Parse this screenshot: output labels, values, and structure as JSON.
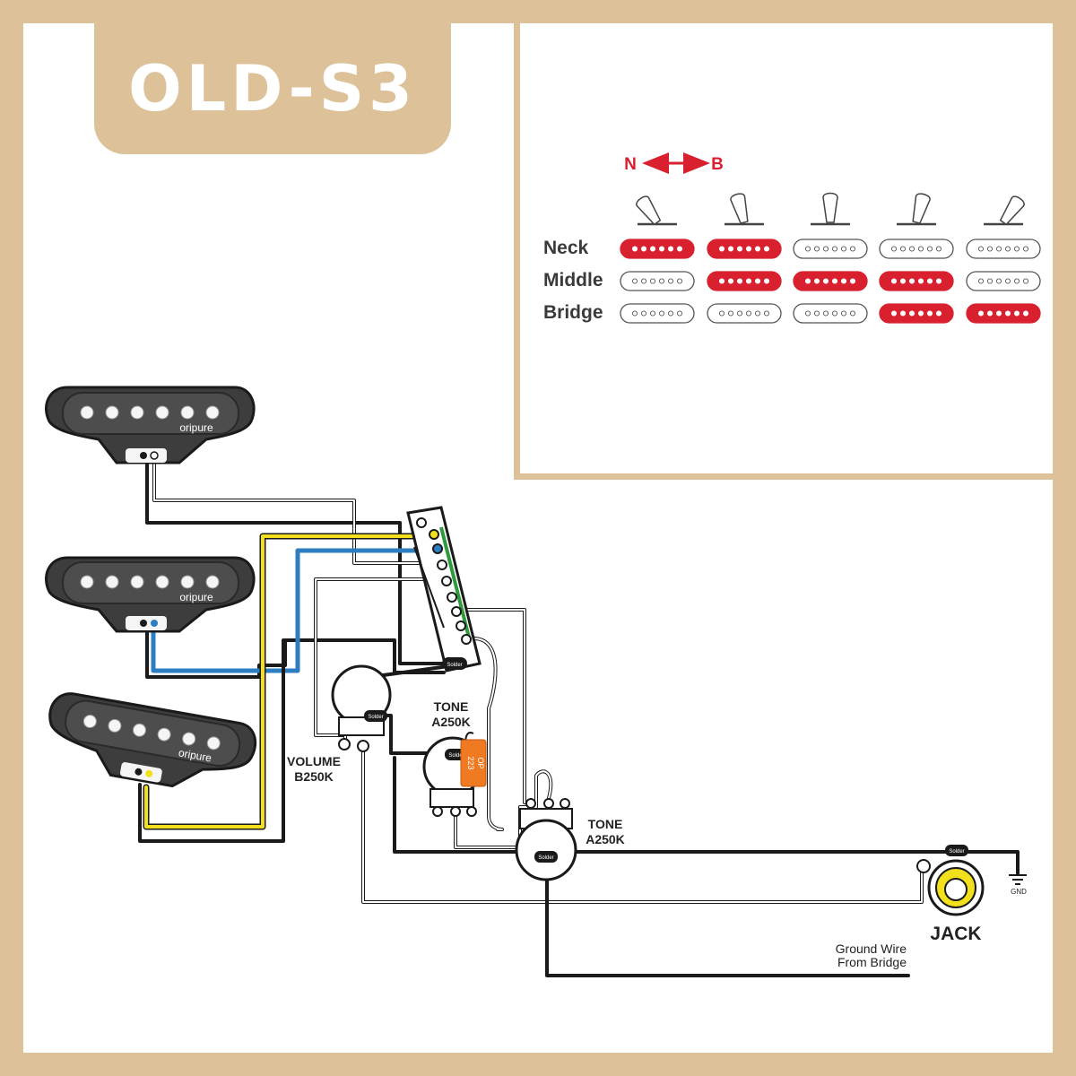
{
  "title": "OLD-S3",
  "legend": {
    "direction_left": "N",
    "direction_right": "B",
    "rows": [
      {
        "label": "Neck",
        "active": [
          true,
          true,
          false,
          false,
          false
        ]
      },
      {
        "label": "Middle",
        "active": [
          false,
          true,
          true,
          true,
          false
        ]
      },
      {
        "label": "Bridge",
        "active": [
          false,
          false,
          false,
          true,
          true
        ]
      }
    ],
    "switch_angles": [
      -35,
      -15,
      0,
      15,
      35
    ]
  },
  "pickups": [
    {
      "brand": "oripure"
    },
    {
      "brand": "oripure"
    },
    {
      "brand": "oripure"
    }
  ],
  "components": {
    "volume": {
      "label": "VOLUME",
      "value": "B250K"
    },
    "tone1": {
      "label": "TONE",
      "value": "A250K"
    },
    "tone2": {
      "label": "TONE",
      "value": "A250K"
    },
    "capacitor": {
      "line1": "OP",
      "line2": "223"
    },
    "solder": "Solder",
    "jack": "JACK",
    "ground_symbol": "GND",
    "ground_wire_line1": "Ground Wire",
    "ground_wire_line2": "From Bridge"
  },
  "colors": {
    "background": "#dcc199",
    "pickup_active": "#d9202f",
    "wire_yellow": "#f2e01d",
    "wire_blue": "#2c7ec1",
    "wire_green": "#2f9a3c",
    "capacitor": "#ef7a22",
    "pickup_body": "#3d3d3d"
  }
}
